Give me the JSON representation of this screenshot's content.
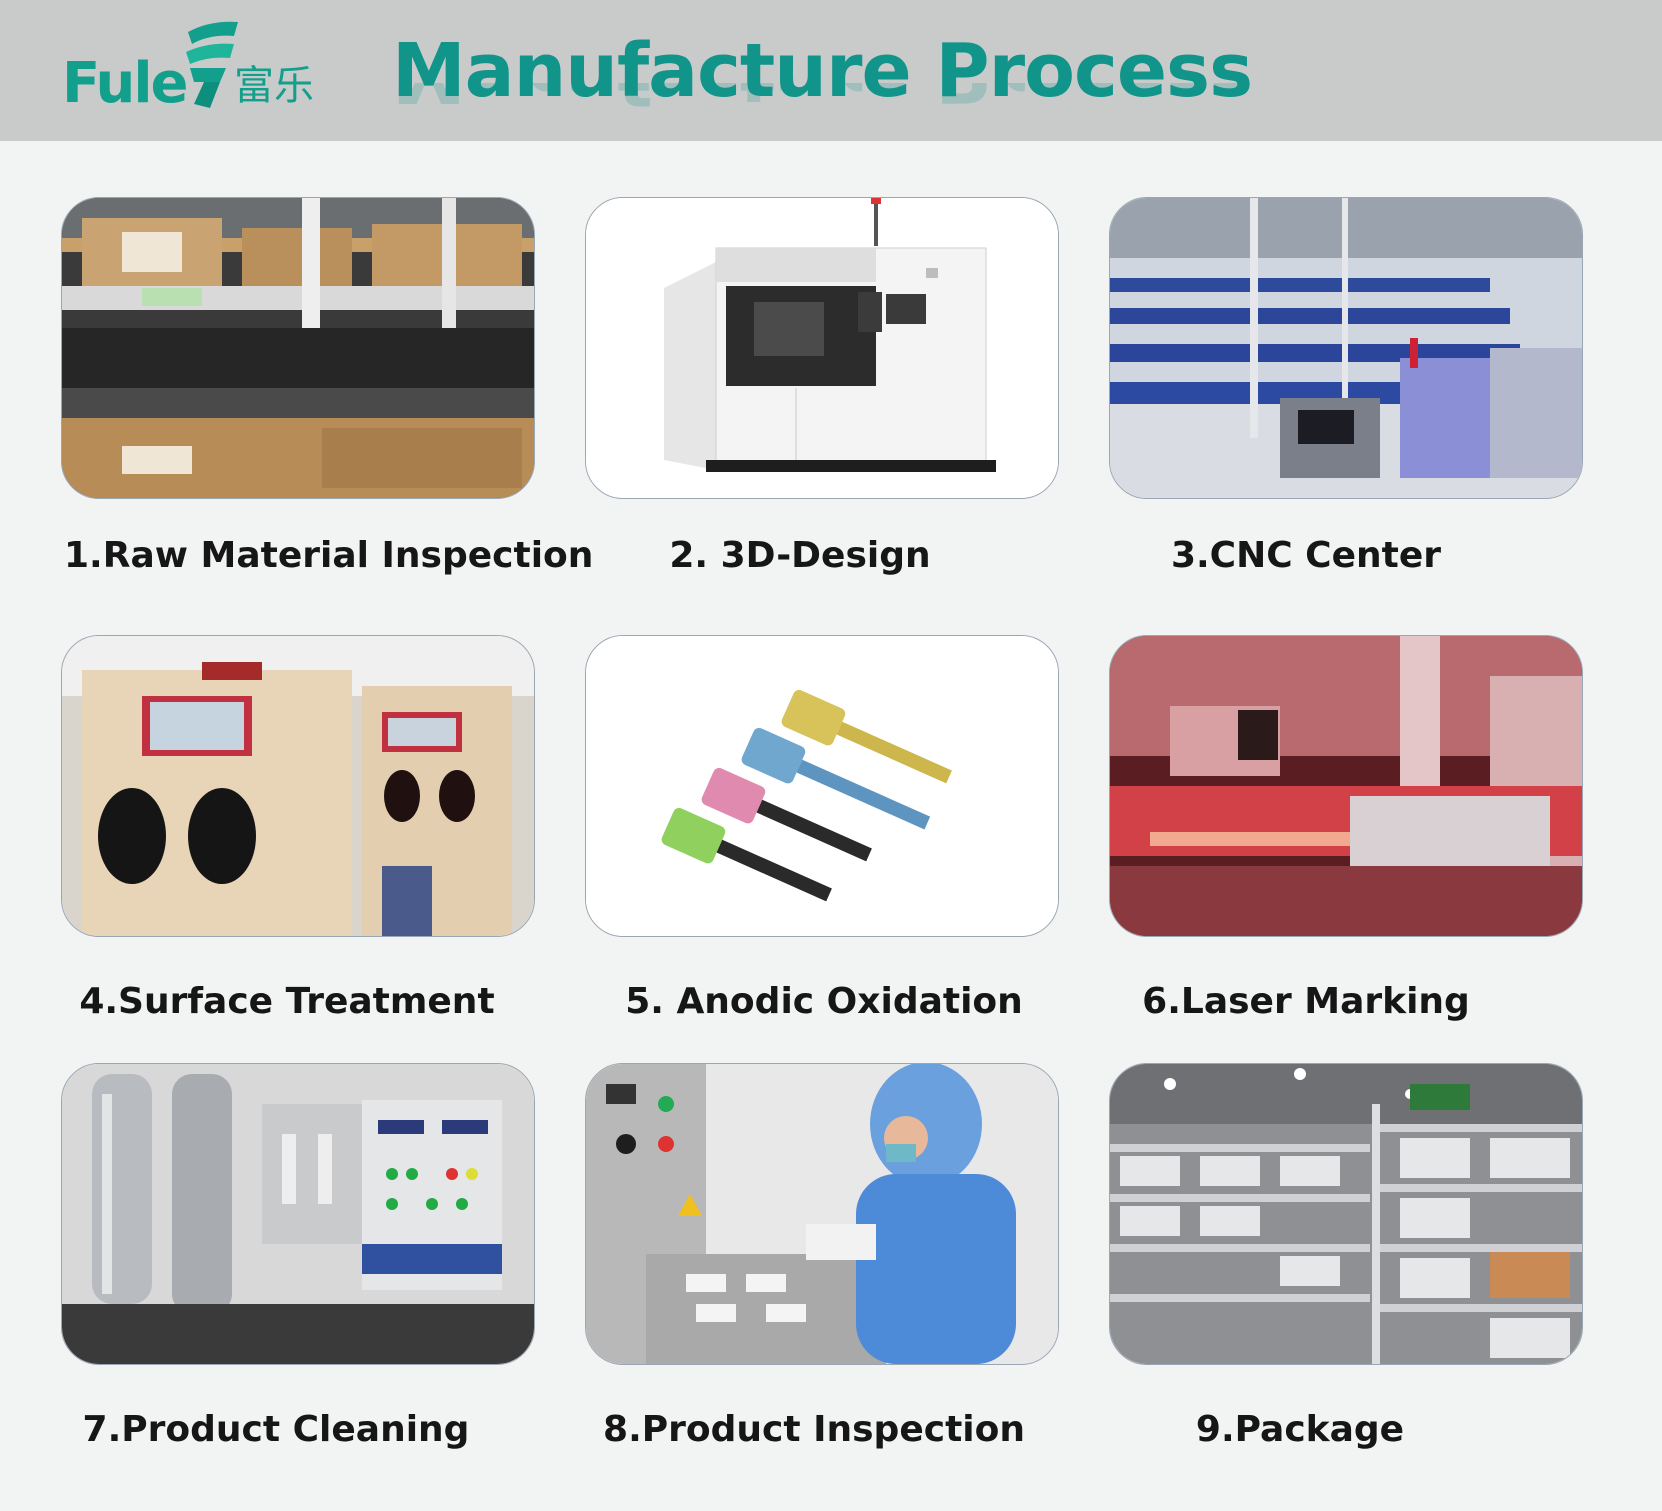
{
  "brand": {
    "logo_text": "Fule",
    "logo_cjk": "富乐",
    "color": "#12a08d"
  },
  "header": {
    "title": "Manufacture Process",
    "title_color": "#11948a",
    "background": "#c9cbcb"
  },
  "steps": [
    {
      "label": "1.Raw Material Inspection",
      "image": "raw-material-shelves-photo"
    },
    {
      "label": "2. 3D-Design",
      "image": "3d-printer-machine-photo"
    },
    {
      "label": "3.CNC Center",
      "image": "cnc-workshop-photo"
    },
    {
      "label": "4.Surface Treatment",
      "image": "sandblasting-cabinet-photo"
    },
    {
      "label": "5. Anodic Oxidation",
      "image": "anodized-pedicle-screws-photo"
    },
    {
      "label": "6.Laser Marking",
      "image": "laser-marking-machine-photo"
    },
    {
      "label": "7.Product Cleaning",
      "image": "water-purification-equipment-photo"
    },
    {
      "label": "8.Product Inspection",
      "image": "cleanroom-inspection-photo"
    },
    {
      "label": "9.Package",
      "image": "warehouse-shelves-photo"
    }
  ]
}
